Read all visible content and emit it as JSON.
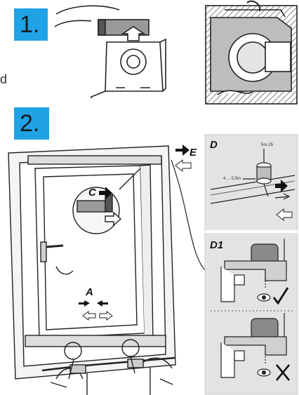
{
  "steps": {
    "one": "1.",
    "two": "2."
  },
  "left_fragment": "d",
  "labels": {
    "a": "A",
    "c": "C",
    "d": "D",
    "d1": "D1",
    "e": "E"
  },
  "detail_d": {
    "dim_top": "5m-25",
    "dim_side": "4 ... 5.5m"
  },
  "icons": {
    "correct": "checkmark-icon",
    "wrong": "cross-icon",
    "inspect": "eye-icon"
  }
}
